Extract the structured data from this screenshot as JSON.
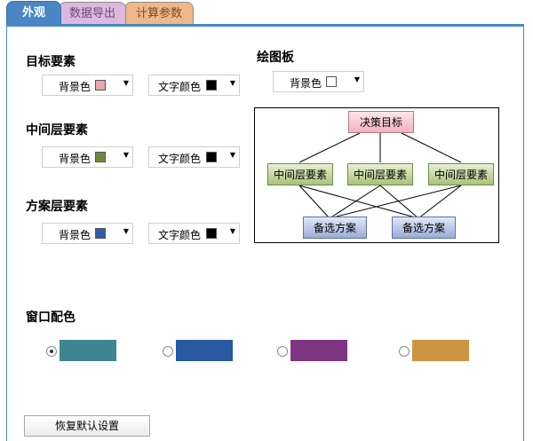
{
  "tabs": [
    {
      "label": "外观",
      "active": true
    },
    {
      "label": "数据导出",
      "active": false
    },
    {
      "label": "计算参数",
      "active": false
    }
  ],
  "sections": {
    "goal_elements": {
      "title": "目标要素",
      "bg_label": "背景色",
      "bg_color": "#e8a8b0",
      "text_label": "文字颜色",
      "text_color": "#000000"
    },
    "middle_elements": {
      "title": "中间层要素",
      "bg_label": "背景色",
      "bg_color": "#6f8a3c",
      "text_label": "文字颜色",
      "text_color": "#000000"
    },
    "alternative_elements": {
      "title": "方案层要素",
      "bg_label": "背景色",
      "bg_color": "#2f5ea8",
      "text_label": "文字颜色",
      "text_color": "#000000"
    },
    "canvas": {
      "title": "绘图板",
      "bg_label": "背景色",
      "bg_color": "#ffffff"
    }
  },
  "diagram": {
    "goal": "决策目标",
    "middle": [
      "中间层要素",
      "中间层要素",
      "中间层要素"
    ],
    "alternatives": [
      "备选方案",
      "备选方案"
    ]
  },
  "window_color": {
    "title": "窗口配色",
    "options": [
      {
        "color": "#3f8593",
        "selected": true
      },
      {
        "color": "#2a5aa2",
        "selected": false
      },
      {
        "color": "#7e3682",
        "selected": false
      },
      {
        "color": "#cf9441",
        "selected": false
      }
    ]
  },
  "reset_button": "恢复默认设置"
}
